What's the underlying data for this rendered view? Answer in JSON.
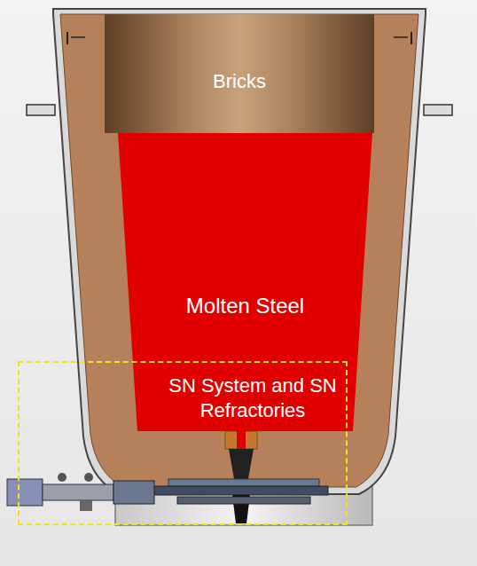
{
  "diagram": {
    "nodes": [
      {
        "text": [
          "Bricks"
        ]
      },
      {
        "text": [
          "Molten Steel"
        ]
      },
      {
        "text": [
          "SN System and SN Refractories"
        ]
      }
    ]
  }
}
